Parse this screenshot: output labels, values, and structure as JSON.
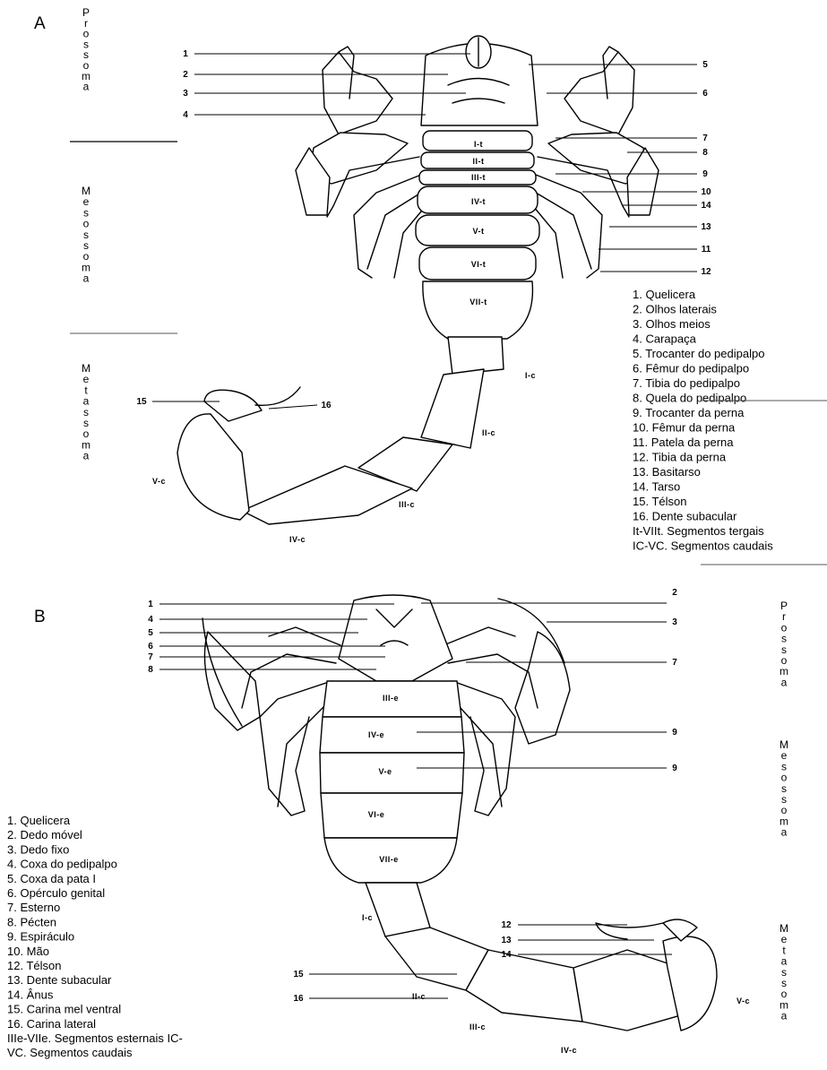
{
  "panel_a": {
    "letter": "A",
    "regions": [
      "Prossoma",
      "Mesossoma",
      "Metassoma"
    ],
    "segments": [
      "I-t",
      "II-t",
      "III-t",
      "IV-t",
      "V-t",
      "VI-t",
      "VII-t",
      "I-c",
      "II-c",
      "III-c",
      "IV-c",
      "V-c"
    ],
    "callouts": [
      "1",
      "2",
      "3",
      "4",
      "5",
      "6",
      "7",
      "8",
      "9",
      "10",
      "14",
      "13",
      "11",
      "12",
      "15",
      "16"
    ],
    "legend": [
      "1. Quelicera",
      "2. Olhos laterais",
      "3. Olhos meios",
      "4. Carapaça",
      "5. Trocanter do pedipalpo",
      "6. Fêmur do pedipalpo",
      "7. Tibia do pedipalpo",
      "8. Quela do pedipalpo",
      "9. Trocanter da perna",
      "10. Fêmur da perna",
      "11. Patela da perna",
      "12. Tibia da perna",
      "13. Basitarso",
      "14. Tarso",
      "15. Télson",
      "16. Dente subacular",
      "It-VIIt. Segmentos tergais",
      "IC-VC. Segmentos caudais"
    ]
  },
  "panel_b": {
    "letter": "B",
    "regions": [
      "Prossoma",
      "Mesossoma",
      "Metassoma"
    ],
    "segments": [
      "III-e",
      "IV-e",
      "V-e",
      "VI-e",
      "VII-e",
      "I-c",
      "II-c",
      "III-c",
      "IV-c",
      "V-c"
    ],
    "callouts": [
      "1",
      "4",
      "5",
      "6",
      "7",
      "8",
      "2",
      "3",
      "7",
      "9",
      "9",
      "12",
      "13",
      "14",
      "15",
      "16"
    ],
    "legend": [
      "1. Quelicera",
      "2. Dedo móvel",
      "3. Dedo fixo",
      "4. Coxa do pedipalpo",
      "5. Coxa da pata I",
      "6. Opérculo genital",
      "7. Esterno",
      "8. Pécten",
      "9. Espiráculo",
      "10. Mão",
      "12. Télson",
      "13. Dente subacular",
      "14. Ânus",
      "15. Carina mel ventral",
      "16. Carina lateral",
      "IIIe-VIIe. Segmentos esternais IC-",
      "VC. Segmentos caudais"
    ]
  }
}
